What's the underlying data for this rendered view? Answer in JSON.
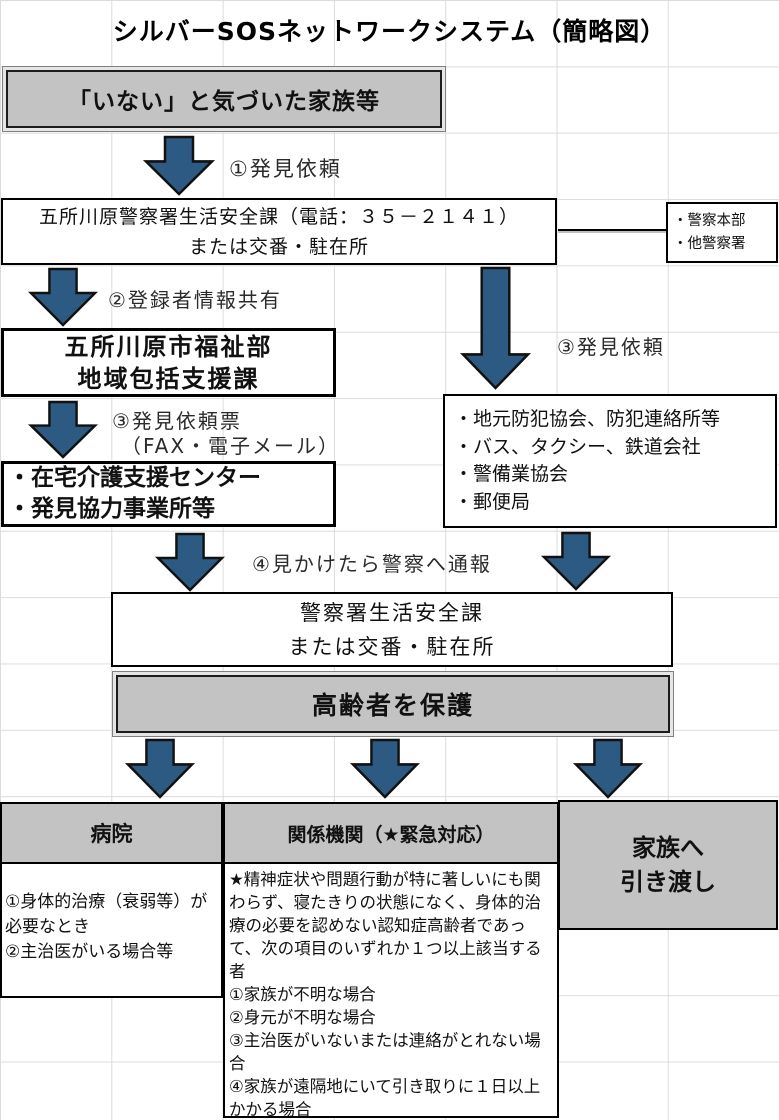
{
  "title": "シルバーSOSネットワークシステム（簡略図）",
  "flow_labels": {
    "step1": "①発見依頼",
    "step2": "②登録者情報共有",
    "step3_right": "③発見依頼",
    "step3_left_1": "③発見依頼票",
    "step3_left_2": "（FAX・電子メール）",
    "step4": "④見かけたら警察へ通報"
  },
  "boxes": {
    "family_notice": "「いない」と気づいた家族等",
    "police_station": {
      "line1": "五所川原警察署生活安全課（電話：３５－２１４１）",
      "line2": "または交番・駐在所"
    },
    "police_related": {
      "items": [
        "・警察本部",
        "・他警察署"
      ]
    },
    "city_welfare": {
      "line1": "五所川原市福祉部",
      "line2": "地域包括支援課"
    },
    "care_centers": {
      "items": [
        "・在宅介護支援センター",
        "・発見協力事業所等"
      ]
    },
    "cooperators": {
      "items": [
        "・地元防犯協会、防犯連絡所等",
        "・バス、タクシー、鉄道会社",
        "・警備業協会",
        "・郵便局"
      ]
    },
    "police_station2": {
      "line1": "警察署生活安全課",
      "line2": "または交番・駐在所"
    },
    "protect_elderly": "高齢者を保護",
    "hospital": {
      "title": "病院",
      "items": [
        "①身体的治療（衰弱等）が必要なとき",
        "②主治医がいる場合等"
      ]
    },
    "related_orgs": {
      "title": "関係機関（★緊急対応）",
      "note": "★精神症状や問題行動が特に著しいにも関わらず、寝たきりの状態になく、身体的治療の必要を認めない認知症高齢者であって、次の項目のいずれか１つ以上該当する者",
      "items": [
        "①家族が不明な場合",
        "②身元が不明な場合",
        "③主治医がいないまたは連絡がとれない場合",
        "④家族が遠隔地にいて引き取りに１日以上かかる場合"
      ]
    },
    "family_handover": {
      "line1": "家族へ",
      "line2": "引き渡し"
    }
  },
  "colors": {
    "arrow_fill": "#2d5a82",
    "arrow_stroke": "#111111",
    "box_gray": "#c3c3c3",
    "grid_line": "#dcdcdc"
  }
}
